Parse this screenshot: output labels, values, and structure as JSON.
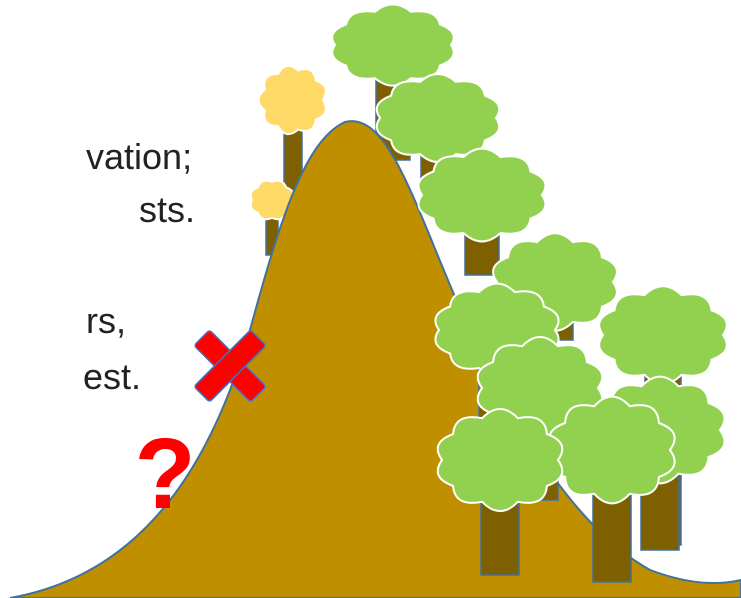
{
  "text_fragments": [
    "vation;",
    "sts.",
    "rs,",
    "est."
  ],
  "question_mark": "?",
  "colors": {
    "hill": "#bf8f00",
    "hill_outline": "#41719c",
    "tree_green": "#92d050",
    "tree_yellow": "#ffd966",
    "trunk": "#7f6000",
    "mark_red": "#ff0000",
    "text": "#222222"
  },
  "icons": [
    "red-x-icon",
    "question-mark-icon",
    "tree-icon",
    "dead-tree-icon",
    "hill-curve"
  ]
}
